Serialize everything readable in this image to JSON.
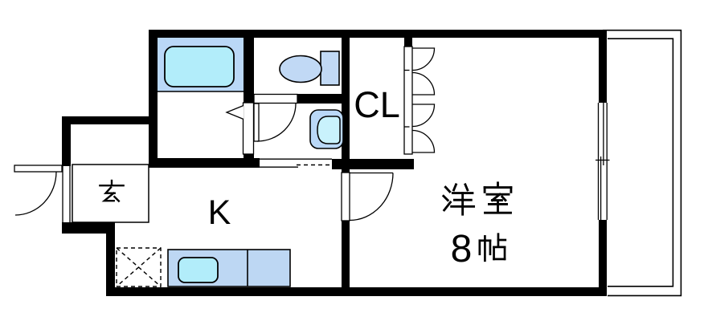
{
  "labels": {
    "entrance": "玄",
    "kitchen": "K",
    "closet": "CL",
    "main_room": "洋室",
    "main_room_size": "8帖",
    "size_number": "8",
    "size_unit": "帖"
  },
  "rooms": [
    {
      "label": "玄"
    },
    {
      "label": "K"
    },
    {
      "label": "CL"
    },
    {
      "label": "洋室 8帖"
    }
  ],
  "fixtures": [
    "bathtub",
    "toilet",
    "washbasin",
    "kitchen-counter",
    "sink",
    "refrigerator-space",
    "entrance-door",
    "toilet-door",
    "folding-door",
    "room-door",
    "closet-bifold-doors",
    "sliding-window",
    "balcony"
  ],
  "colors": {
    "wall": "#000000",
    "bath_floor": "#bad8f7",
    "fixture_fill": "#c1d9f5",
    "water_fill": "#b2edfa",
    "basin_inner": "#c9f2fc",
    "counter_fill": "#bdd7f3",
    "background": "#ffffff"
  }
}
